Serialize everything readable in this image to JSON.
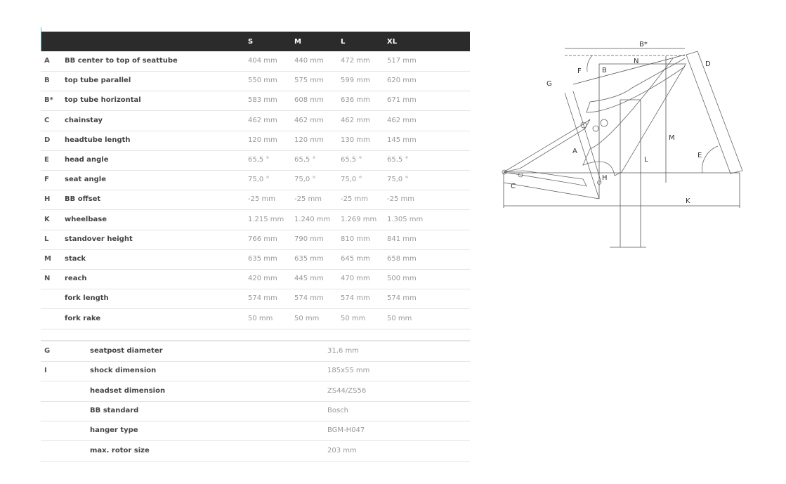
{
  "geometry_table": {
    "headers": [
      "S",
      "M",
      "L",
      "XL"
    ],
    "rows": [
      {
        "key": "A",
        "label": "BB center to top of seattube",
        "values": [
          "404 mm",
          "440 mm",
          "472 mm",
          "517 mm"
        ]
      },
      {
        "key": "B",
        "label": "top tube parallel",
        "values": [
          "550 mm",
          "575 mm",
          "599 mm",
          "620 mm"
        ]
      },
      {
        "key": "B*",
        "label": "top tube horizontal",
        "values": [
          "583 mm",
          "608 mm",
          "636 mm",
          "671 mm"
        ]
      },
      {
        "key": "C",
        "label": "chainstay",
        "values": [
          "462 mm",
          "462 mm",
          "462 mm",
          "462 mm"
        ]
      },
      {
        "key": "D",
        "label": "headtube length",
        "values": [
          "120 mm",
          "120 mm",
          "130 mm",
          "145 mm"
        ]
      },
      {
        "key": "E",
        "label": "head angle",
        "values": [
          "65,5 °",
          "65,5 °",
          "65,5 °",
          "65,5 °"
        ]
      },
      {
        "key": "F",
        "label": "seat angle",
        "values": [
          "75,0 °",
          "75,0 °",
          "75,0 °",
          "75,0 °"
        ]
      },
      {
        "key": "H",
        "label": "BB offset",
        "values": [
          "-25 mm",
          "-25 mm",
          "-25 mm",
          "-25 mm"
        ]
      },
      {
        "key": "K",
        "label": "wheelbase",
        "values": [
          "1.215 mm",
          "1.240 mm",
          "1.269 mm",
          "1.305 mm"
        ]
      },
      {
        "key": "L",
        "label": "standover height",
        "values": [
          "766 mm",
          "790 mm",
          "810 mm",
          "841 mm"
        ]
      },
      {
        "key": "M",
        "label": "stack",
        "values": [
          "635 mm",
          "635 mm",
          "645 mm",
          "658 mm"
        ]
      },
      {
        "key": "N",
        "label": "reach",
        "values": [
          "420 mm",
          "445 mm",
          "470 mm",
          "500 mm"
        ]
      },
      {
        "key": "",
        "label": "fork length",
        "values": [
          "574 mm",
          "574 mm",
          "574 mm",
          "574 mm"
        ]
      },
      {
        "key": "",
        "label": "fork rake",
        "values": [
          "50 mm",
          "50 mm",
          "50 mm",
          "50 mm"
        ]
      }
    ]
  },
  "spec_table": [
    {
      "key": "G",
      "label": "seatpost diameter",
      "value": "31,6 mm"
    },
    {
      "key": "I",
      "label": "shock dimension",
      "value": "185x55 mm"
    },
    {
      "key": "",
      "label": "headset dimension",
      "value": "ZS44/ZS56"
    },
    {
      "key": "",
      "label": "BB standard",
      "value": "Bosch"
    },
    {
      "key": "",
      "label": "hanger type",
      "value": "BGM-H047"
    },
    {
      "key": "",
      "label": "max. rotor size",
      "value": "203 mm"
    }
  ],
  "diagram_labels": [
    "B*",
    "N",
    "B",
    "F",
    "G",
    "D",
    "A",
    "M",
    "L",
    "E",
    "H",
    "C",
    "K"
  ]
}
